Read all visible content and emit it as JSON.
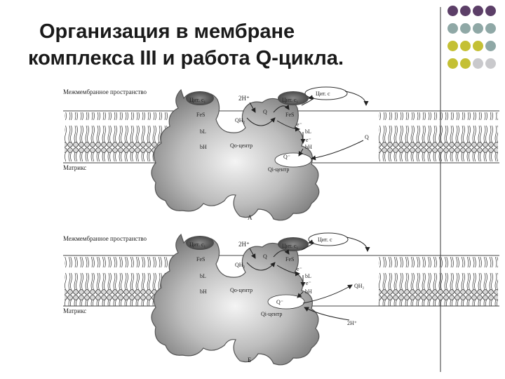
{
  "slide": {
    "title_line1": "Организация в мембране",
    "title_line2": "комплекса III и работа Q-цикла."
  },
  "palette": {
    "purple": "#5c3f68",
    "teal": "#8fa8a6",
    "olive": "#c4c034",
    "grey": "#c9c9cc"
  },
  "decor_dots": [
    [
      "purple",
      "purple",
      "purple",
      "purple"
    ],
    [
      "teal",
      "teal",
      "teal",
      "teal"
    ],
    [
      "olive",
      "olive",
      "olive",
      "teal"
    ],
    [
      "olive",
      "olive",
      "grey",
      "grey"
    ]
  ],
  "panel_a": {
    "intermembrane": "Межмембранное пространство",
    "matrix": "Матрикс",
    "cyt_c1_left": "Цит. c₁",
    "cyt_c1_right": "Цит. c₁",
    "cyt_c": "Цит. c",
    "protons": "2H⁺",
    "fes_left": "FeS",
    "fes_right": "FeS",
    "qh2": "QH₂",
    "q_top": "Q",
    "q_membrane": "Q",
    "e1": "e⁻",
    "e2": "e⁻",
    "bl_left": "bL",
    "bh_left": "bH",
    "bl_right": "bL",
    "bh_right": "bH",
    "qo_center": "Qo-центр",
    "semiquinone": "Q⁻",
    "qi_center": "Qi-центр",
    "letter": "А"
  },
  "panel_b": {
    "intermembrane": "Межмембранное пространство",
    "matrix": "Матрикс",
    "cyt_c1_left": "Цит. c₁",
    "cyt_c1_right": "Цит. c₁",
    "cyt_c": "Цит. c",
    "protons": "2H⁺",
    "fes_left": "FeS",
    "fes_right": "FeS",
    "qh2": "QH₂",
    "q_top": "Q",
    "qh2_out": "QH₂",
    "e1": "e⁻",
    "e2": "e⁻",
    "bl_left": "bL",
    "bh_left": "bH",
    "bl_right": "bL",
    "bh_right": "bH",
    "qo_center": "Qo-центр",
    "semiquinone": "Q⁻",
    "qi_center": "Qi-центр",
    "protons_matrix": "2H⁺",
    "letter": "Б"
  }
}
